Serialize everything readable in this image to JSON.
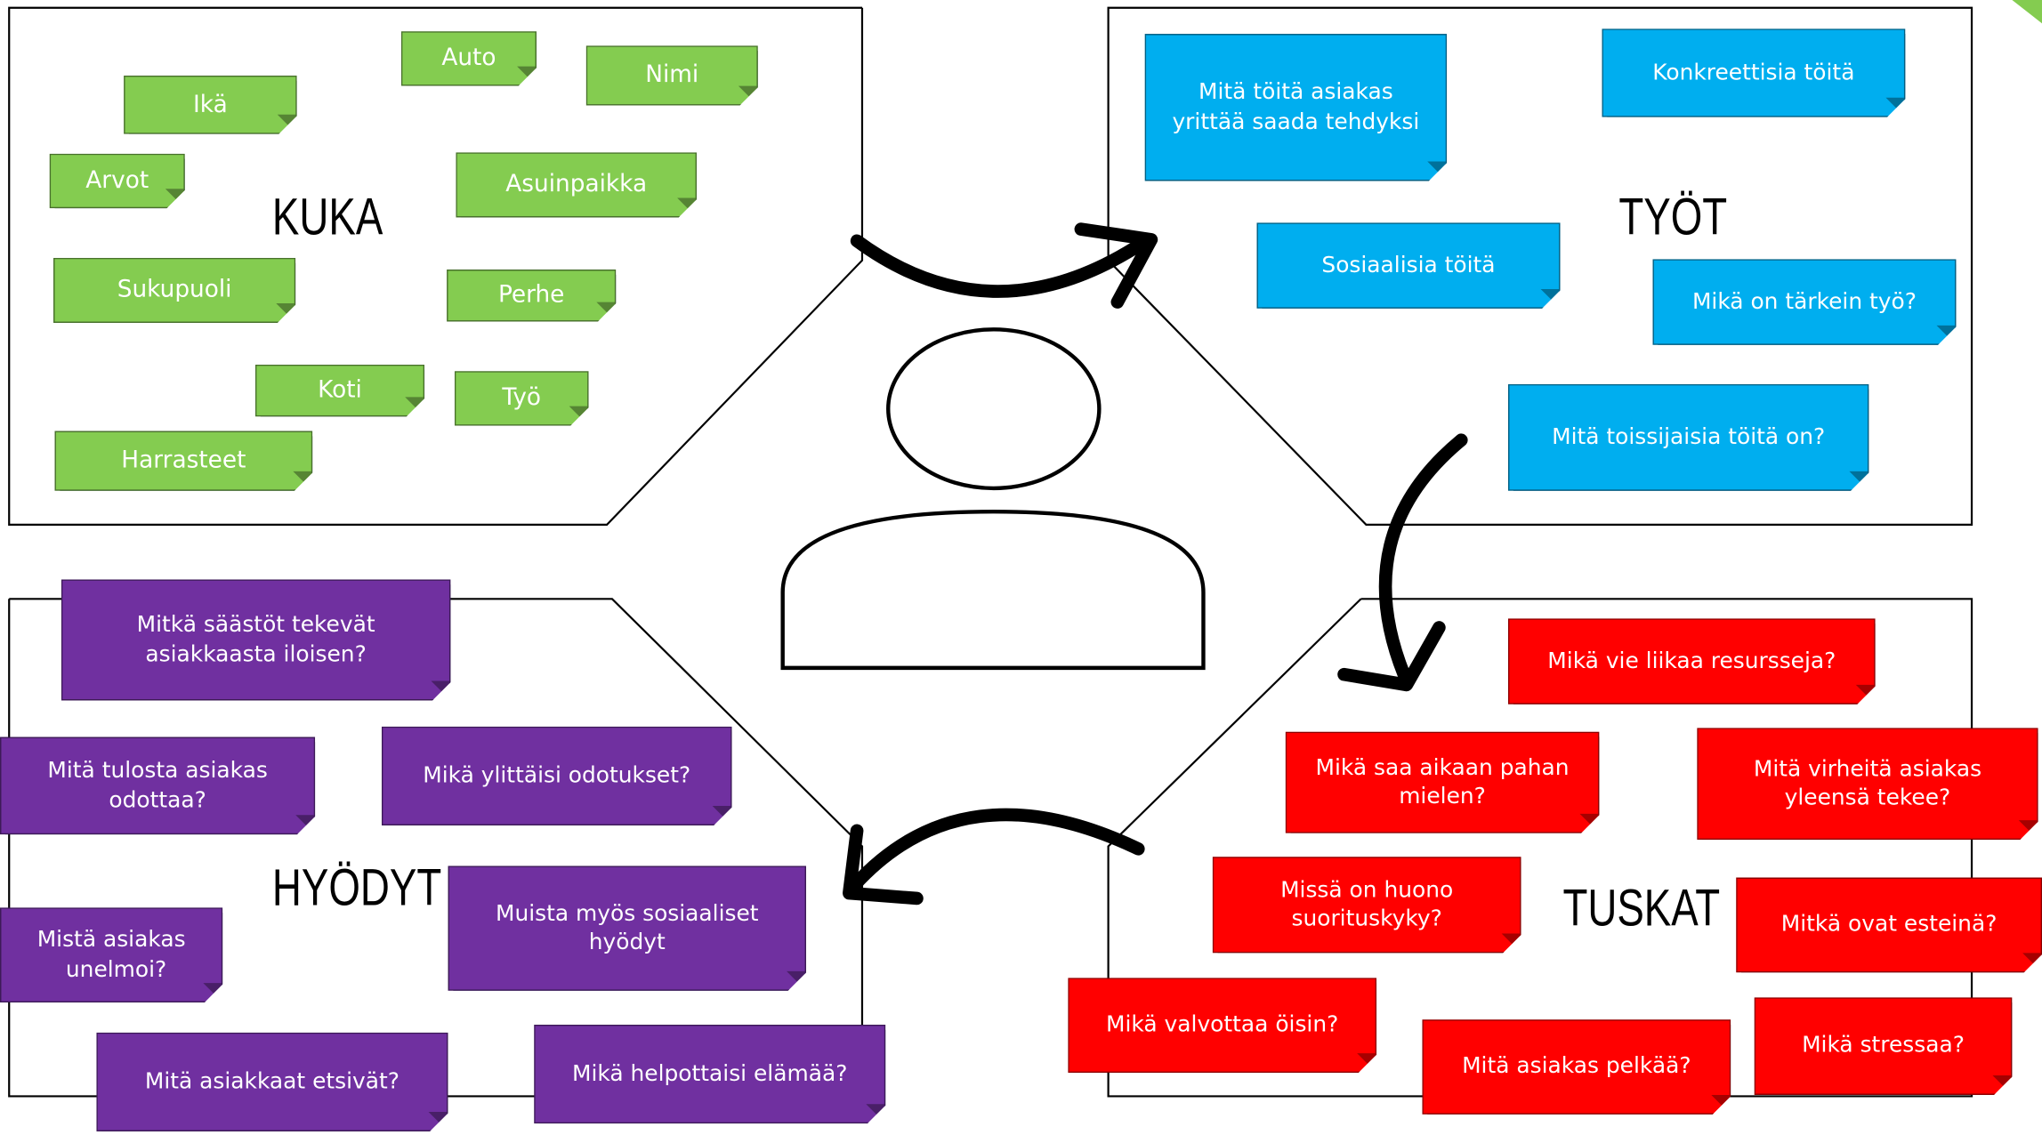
{
  "sections": {
    "kuka": {
      "title": "KUKA",
      "notes": [
        "Auto",
        "Nimi",
        "Ikä",
        "Arvot",
        "Asuinpaikka",
        "Sukupuoli",
        "Perhe",
        "Koti",
        "Työ",
        "Harrasteet"
      ]
    },
    "tyot": {
      "title": "TYÖT",
      "notes": [
        [
          "Mitä töitä asiakas",
          "yrittää saada tehdyksi"
        ],
        [
          "Konkreettisia töitä"
        ],
        [
          "Sosiaalisia töitä"
        ],
        [
          "Mikä on tärkein työ?"
        ],
        [
          "Mitä toissijaisia töitä on?"
        ]
      ]
    },
    "hyodyt": {
      "title": "HYÖDYT",
      "notes": [
        [
          "Mitkä säästöt tekevät",
          "asiakkaasta iloisen?"
        ],
        [
          "Mitä tulosta asiakas",
          "odottaa?"
        ],
        [
          "Mikä ylittäisi odotukset?"
        ],
        [
          "Muista myös sosiaaliset",
          "hyödyt"
        ],
        [
          "Mistä asiakas",
          "unelmoi?"
        ],
        [
          "Mitä asiakkaat etsivät?"
        ],
        [
          "Mikä helpottaisi elämää?"
        ]
      ]
    },
    "tuskat": {
      "title": "TUSKAT",
      "notes": [
        [
          "Mikä vie liikaa resursseja?"
        ],
        [
          "Mikä saa aikaan pahan",
          "mielen?"
        ],
        [
          "Mitä virheitä asiakas",
          "yleensä tekee?"
        ],
        [
          "Missä on huono",
          "suorituskyky?"
        ],
        [
          "Mitkä ovat esteinä?"
        ],
        [
          "Mikä valvottaa öisin?"
        ],
        [
          "Mitä asiakas pelkää?"
        ],
        [
          "Mikä stressaa?"
        ]
      ]
    }
  },
  "colors": {
    "kuka": "#84cc50",
    "tyot": "#00aeef",
    "hyodyt": "#7030a0",
    "tuskat": "#ff0000"
  },
  "icons": [
    "person-icon",
    "arrow-kuka-to-tyot",
    "arrow-tyot-to-tuskat",
    "arrow-tuskat-to-hyodyt"
  ]
}
